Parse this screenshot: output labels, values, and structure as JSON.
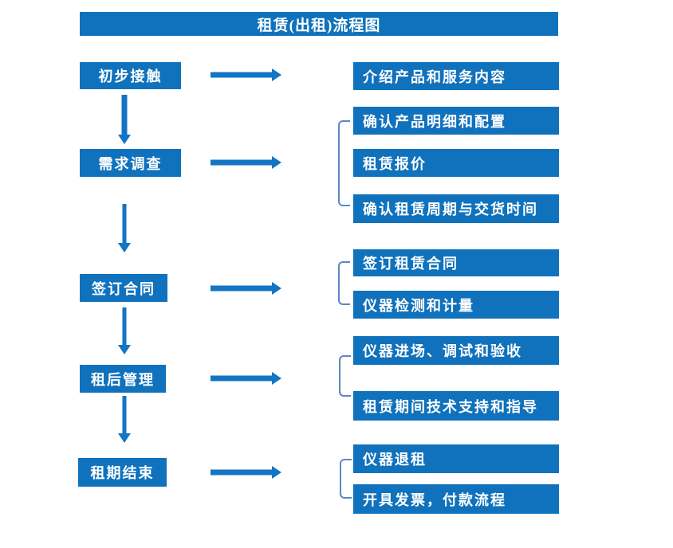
{
  "title": "租赁(出租)流程图",
  "colors": {
    "box_blue": "#1072bc",
    "arrow_blue": "#1374c4",
    "bracket_blue": "#5b87c7",
    "text_white": "#ffffff"
  },
  "steps": [
    {
      "label": "初步接触"
    },
    {
      "label": "需求调查"
    },
    {
      "label": "签订合同"
    },
    {
      "label": "租后管理"
    },
    {
      "label": "租期结束"
    }
  ],
  "detail_groups": [
    {
      "for_step": "初步接触",
      "items": [
        "介绍产品和服务内容"
      ]
    },
    {
      "for_step": "需求调查",
      "items": [
        "确认产品明细和配置",
        "租赁报价",
        "确认租赁周期与交货时间"
      ]
    },
    {
      "for_step": "签订合同",
      "items": [
        "签订租赁合同",
        "仪器检测和计量"
      ]
    },
    {
      "for_step": "租后管理",
      "items": [
        "仪器进场、调试和验收",
        "租赁期间技术支持和指导"
      ]
    },
    {
      "for_step": "租期结束",
      "items": [
        "仪器退租",
        "开具发票，付款流程"
      ]
    }
  ]
}
